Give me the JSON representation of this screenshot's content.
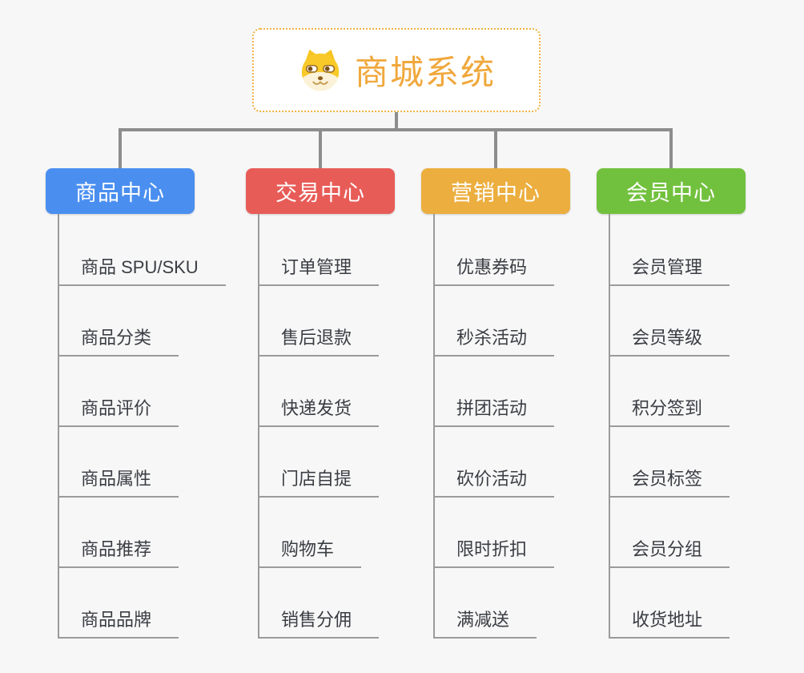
{
  "root": {
    "title": "商城系统",
    "icon": "dog-face-icon",
    "accent_color": "#f0a83c",
    "border_color": "#f2b143"
  },
  "connector_color": "#8d8d8d",
  "branches": [
    {
      "label": "商品中心",
      "color": "#4a8ff0",
      "items": [
        "商品 SPU/SKU",
        "商品分类",
        "商品评价",
        "商品属性",
        "商品推荐",
        "商品品牌"
      ]
    },
    {
      "label": "交易中心",
      "color": "#e85c58",
      "items": [
        "订单管理",
        "售后退款",
        "快递发货",
        "门店自提",
        "购物车",
        "销售分佣"
      ]
    },
    {
      "label": "营销中心",
      "color": "#ecae3e",
      "items": [
        "优惠券码",
        "秒杀活动",
        "拼团活动",
        "砍价活动",
        "限时折扣",
        "满减送"
      ]
    },
    {
      "label": "会员中心",
      "color": "#72c13e",
      "items": [
        "会员管理",
        "会员等级",
        "积分签到",
        "会员标签",
        "会员分组",
        "收货地址"
      ]
    }
  ]
}
